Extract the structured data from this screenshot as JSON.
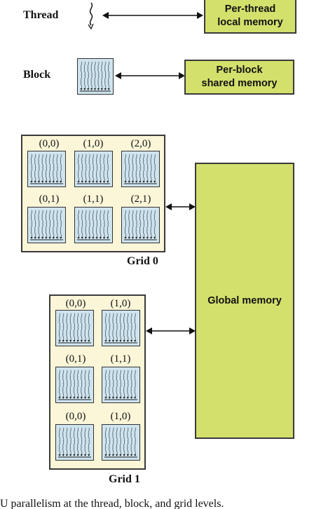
{
  "thread": {
    "label": "Thread",
    "memory": [
      "Per-thread",
      "local memory"
    ]
  },
  "block": {
    "label": "Block",
    "memory": [
      "Per-block",
      "shared memory"
    ]
  },
  "grids": [
    {
      "title": "Grid 0",
      "blocks": [
        [
          "(0,0)",
          "(1,0)",
          "(2,0)"
        ],
        [
          "(0,1)",
          "(1,1)",
          "(2,1)"
        ]
      ]
    },
    {
      "title": "Grid 1",
      "blocks": [
        [
          "(0,0)",
          "(1,0)"
        ],
        [
          "(0,1)",
          "(1,1)"
        ],
        [
          "(0,0)",
          "(1,0)"
        ]
      ]
    }
  ],
  "global_memory": "Global memory",
  "caption": "U parallelism at the thread, block, and grid levels.",
  "colors": {
    "memory_fill": "#d3e06c",
    "grid_fill": "#fbf6d8",
    "block_fill": "#cfe4ee",
    "stroke": "#3a3a3a"
  }
}
